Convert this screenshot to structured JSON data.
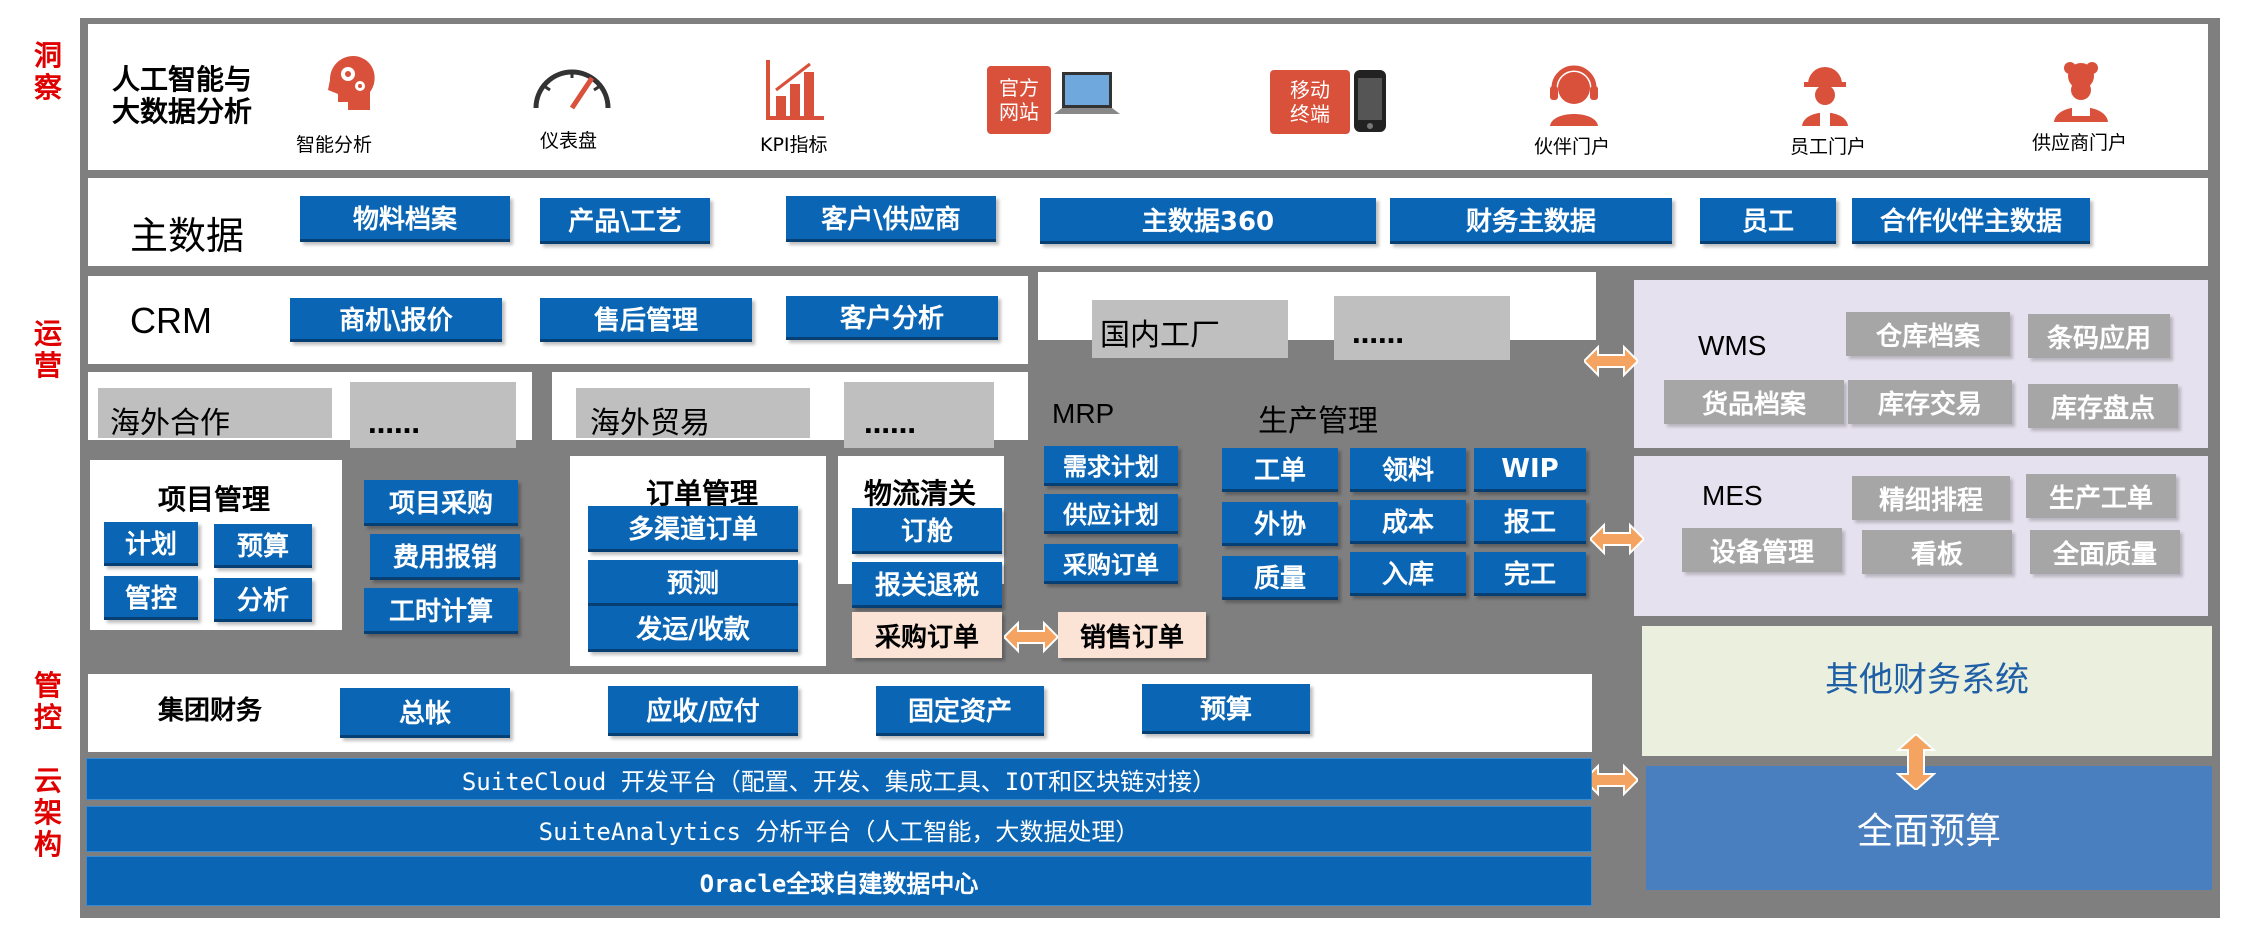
{
  "colors": {
    "accent_blue": "#0a66b5",
    "frame_grey": "#7f7f7f",
    "red": "#d9503b",
    "lavender": "#e6e1ee"
  },
  "side_labels": {
    "insight": "洞察",
    "operations": "运营",
    "control": "管控",
    "cloud": "云架构"
  },
  "insight": {
    "title_line1": "人工智能与",
    "title_line2": "大数据分析",
    "icons": [
      {
        "icon": "head-gears-icon",
        "label": "智能分析"
      },
      {
        "icon": "gauge-icon",
        "label": "仪表盘"
      },
      {
        "icon": "bar-chart-icon",
        "label": "KPI指标"
      },
      {
        "icon": "laptop-icon",
        "tile": "官方网站",
        "label": ""
      },
      {
        "icon": "mobile-phone-icon",
        "tile": "移动终端",
        "label": ""
      },
      {
        "icon": "headset-user-icon",
        "label": "伙伴门户"
      },
      {
        "icon": "worker-helmet-icon",
        "label": "员工门户"
      },
      {
        "icon": "supplier-user-icon",
        "label": "供应商门户"
      }
    ],
    "tile_website_l1": "官方",
    "tile_website_l2": "网站",
    "tile_mobile_l1": "移动",
    "tile_mobile_l2": "终端"
  },
  "master_data": {
    "title": "主数据",
    "items": [
      "物料档案",
      "产品\\工艺",
      "客户\\供应商",
      "主数据360",
      "财务主数据",
      "员工",
      "合作伙伴主数据"
    ]
  },
  "crm": {
    "title": "CRM",
    "items": [
      "商机\\报价",
      "售后管理",
      "客户分析"
    ]
  },
  "domestic": {
    "factory": "国内工厂",
    "more": "……"
  },
  "overseas_coop": {
    "title": "海外合作",
    "more": "……"
  },
  "overseas_trade": {
    "title": "海外贸易",
    "more": "……"
  },
  "project": {
    "title": "项目管理",
    "items": [
      "计划",
      "预算",
      "管控",
      "分析"
    ],
    "side_items": [
      "项目采购",
      "费用报销",
      "工时计算"
    ]
  },
  "order": {
    "title": "订单管理",
    "items": [
      "多渠道订单",
      "预测",
      "发运/收款"
    ]
  },
  "logistics": {
    "title": "物流清关",
    "items": [
      "订舱",
      "报关退税"
    ]
  },
  "trade_flow": {
    "purchase_order": "采购订单",
    "sales_order": "销售订单"
  },
  "mrp": {
    "title": "MRP",
    "items": [
      "需求计划",
      "供应计划",
      "采购订单"
    ]
  },
  "production": {
    "title": "生产管理",
    "grid": [
      "工单",
      "领料",
      "WIP",
      "外协",
      "成本",
      "报工",
      "质量",
      "入库",
      "完工"
    ]
  },
  "wms": {
    "title": "WMS",
    "items": [
      "仓库档案",
      "条码应用",
      "货品档案",
      "库存交易",
      "库存盘点"
    ]
  },
  "mes": {
    "title": "MES",
    "items": [
      "精细排程",
      "生产工单",
      "设备管理",
      "看板",
      "全面质量"
    ]
  },
  "group_finance": {
    "title": "集团财务",
    "items": [
      "总帐",
      "应收/应付",
      "固定资产",
      "预算"
    ]
  },
  "other_finance": {
    "title": "其他财务系统"
  },
  "full_budget": {
    "title": "全面预算"
  },
  "cloud": {
    "suitecloud": "SuiteCloud 开发平台（配置、开发、集成工具、IOT和区块链对接）",
    "suiteanalytics": "SuiteAnalytics 分析平台（人工智能，大数据处理）",
    "oracle": "Oracle全球自建数据中心"
  }
}
